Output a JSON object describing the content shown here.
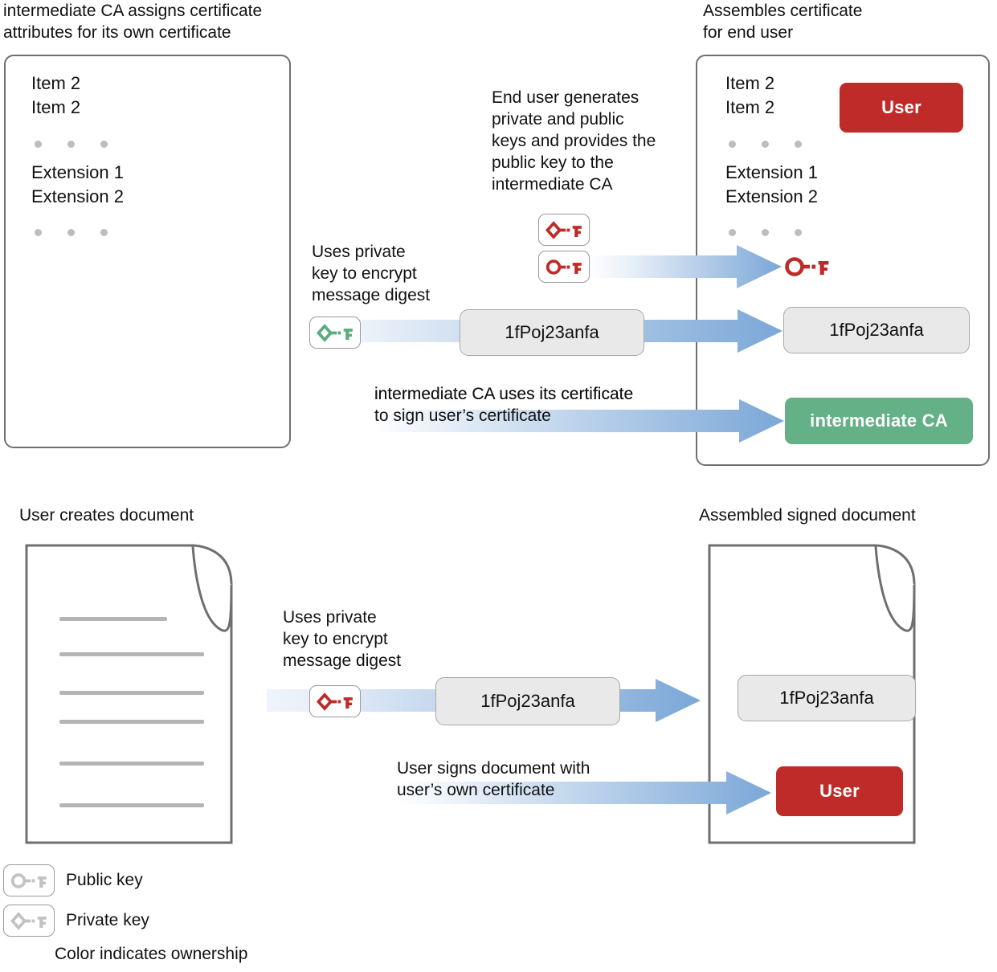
{
  "colors": {
    "red": "#be2b28",
    "green": "#64b087",
    "arrow_blue": "#7ba7d7",
    "card_border": "#6f6f6f",
    "digest_fill": "#e9e9e9",
    "dot_gray": "#bdbdbd",
    "doc_line_gray": "#b4b4b4"
  },
  "top": {
    "left_caption": "intermediate CA assigns certificate\nattributes for its own certificate",
    "right_caption": "Assembles certificate\nfor end user",
    "left_card": {
      "lines": [
        "Item 2",
        "Item 2"
      ],
      "extensions": [
        "Extension 1",
        "Extension 2"
      ],
      "dots_count": 3
    },
    "right_card": {
      "lines": [
        "Item 2",
        "Item 2"
      ],
      "extensions": [
        "Extension 1",
        "Extension 2"
      ],
      "dots_count": 3,
      "user_badge": "User",
      "digest": "1fPoj23anfa",
      "ca_badge": "intermediate CA"
    },
    "note_end_user": "End user generates\nprivate and public\nkeys and provides the\npublic key to the\nintermediate CA",
    "note_uses_private_key": "Uses private\nkey to encrypt\nmessage digest",
    "note_sign": "intermediate CA uses its certificate\nto sign user’s certificate",
    "digest": "1fPoj23anfa",
    "keys": {
      "user_private": "private-key-red",
      "user_public": "public-key-red",
      "ca_private": "private-key-green",
      "delivered_public": "public-key-red"
    }
  },
  "bottom": {
    "left_caption": "User creates document",
    "right_caption": "Assembled signed document",
    "note_uses_private_key": "Uses private\nkey to encrypt\nmessage digest",
    "note_sign": "User signs document with\nuser’s own certificate",
    "digest": "1fPoj23anfa",
    "signed_digest": "1fPoj23anfa",
    "user_badge": "User",
    "key": "private-key-red",
    "doc_lines": 6
  },
  "legend": {
    "public_key_label": "Public key",
    "private_key_label": "Private key",
    "ownership_note": "Color indicates ownership"
  }
}
